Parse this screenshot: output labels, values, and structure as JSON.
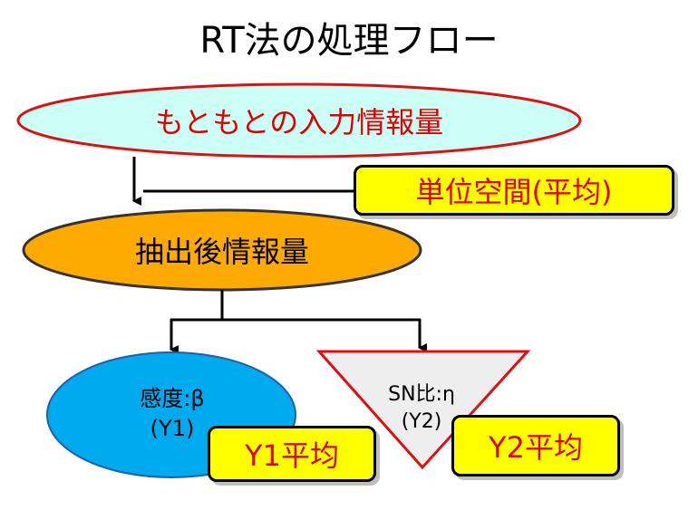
{
  "title": "RT法の処理フロー",
  "nodes": {
    "input": "もともとの入力情報量",
    "unit_space": "単位空間(平均)",
    "extracted": "抽出後情報量",
    "sensitivity": {
      "line1": "感度:β",
      "line2": "(Y1)"
    },
    "sn_ratio": {
      "line1": "SN比:η",
      "line2": "(Y2)"
    },
    "y1_avg": "Y1平均",
    "y2_avg": "Y2平均"
  },
  "colors": {
    "input_fill": "#ccfff5",
    "input_stroke": "#e01010",
    "input_text": "#e00000",
    "extracted_fill": "#ffaa00",
    "sensitivity_fill": "#00aaee",
    "sn_fill": "#eeeeee",
    "sn_stroke": "#e01010",
    "highlight_fill": "#ffff00",
    "highlight_text": "#e00000"
  }
}
